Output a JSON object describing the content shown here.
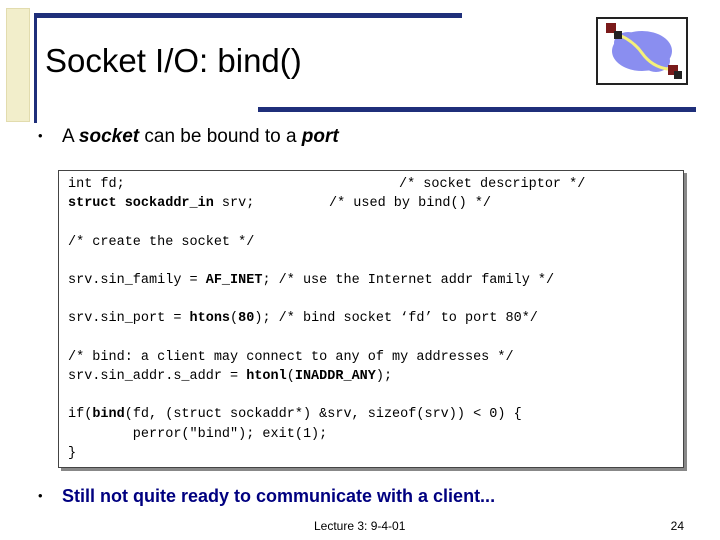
{
  "slide": {
    "title": "Socket I/O: bind()",
    "bullet1": {
      "pre": "A ",
      "em1": "socket",
      "mid": " can be bound to a ",
      "em2": "port"
    },
    "bullet2": "Still not quite ready to communicate with a client...",
    "footer": {
      "lecture": "Lecture 3: 9-4-01",
      "page": "24"
    },
    "logo_icon": "network-cloud-icon"
  },
  "code": {
    "l1a": "int fd;",
    "l1b": "/* socket descriptor */",
    "l2a": "struct sockaddr_in",
    "l2b": " srv;",
    "l2c": "/* used by bind() */",
    "l3": "/* create the socket */",
    "l4a": "srv.sin_family = ",
    "l4b": "AF_INET",
    "l4c": "; /* use the Internet addr family */",
    "l5a": "srv.sin_port = ",
    "l5b": "htons",
    "l5c": "(",
    "l5d": "80",
    "l5e": "); /* bind socket ‘fd’ to port 80*/",
    "l6": "/* bind: a client may connect to any of my addresses */",
    "l7a": "srv.sin_addr.s_addr = ",
    "l7b": "htonl",
    "l7c": "(",
    "l7d": "INADDR_ANY",
    "l7e": ");",
    "l8a": "if(",
    "l8b": "bind",
    "l8c": "(fd, (struct sockaddr*) &srv, sizeof(srv)) < 0) {",
    "l9": "        perror(\"bind\"); exit(1);",
    "l10": "}"
  },
  "colors": {
    "accent_line": "#1f2f7a",
    "bullet2_text": "#000080",
    "cream_bar": "#f2eecb"
  }
}
